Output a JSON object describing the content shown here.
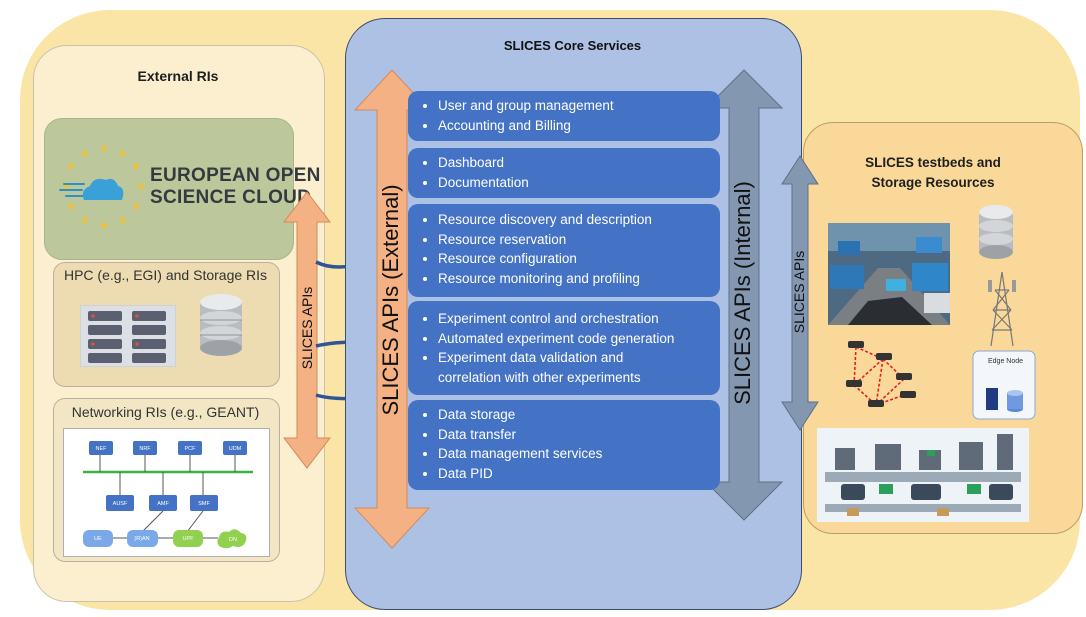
{
  "core": {
    "title": "SLICES Core Services",
    "api_external": "SLICES APIs (External)",
    "api_internal": "SLICES APIs (Internal)",
    "services": [
      [
        "User and group management",
        "Accounting and Billing"
      ],
      [
        "Dashboard",
        "Documentation"
      ],
      [
        "Resource discovery and description",
        "Resource reservation",
        "Resource configuration",
        "Resource monitoring and profiling"
      ],
      [
        "Experiment control and orchestration",
        "Automated experiment code generation",
        "Experiment data validation and",
        "correlation with other experiments"
      ],
      [
        "Data storage",
        "Data transfer",
        "Data management services",
        "Data PID"
      ]
    ]
  },
  "external": {
    "title": "External RIs",
    "eosc_line1": "EUROPEAN OPEN",
    "eosc_line2": "SCIENCE CLOUD",
    "hpc_title": "HPC (e.g., EGI) and Storage RIs",
    "net_title": "Networking RIs (e.g., GEANT)",
    "api_label": "SLICES APIs",
    "net_nodes_top": [
      "NEF",
      "NRF",
      "PCF",
      "UDM"
    ],
    "net_nodes_mid": [
      "AUSF",
      "AMF",
      "SMF"
    ],
    "net_nodes_bottom": [
      "UE",
      "(R)AN",
      "UPF",
      "DN"
    ]
  },
  "testbeds": {
    "title_line1": "SLICES testbeds and",
    "title_line2": "Storage Resources",
    "api_label": "SLICES APIs",
    "edge_node": "Edge Node"
  },
  "colors": {
    "outer_bg": "#fbe5a6",
    "core_bg": "#adc1e5",
    "service_box": "#4472c4",
    "external_arrow": "#f4b183",
    "internal_arrow": "#8497b0",
    "connector": "#2f5597"
  }
}
